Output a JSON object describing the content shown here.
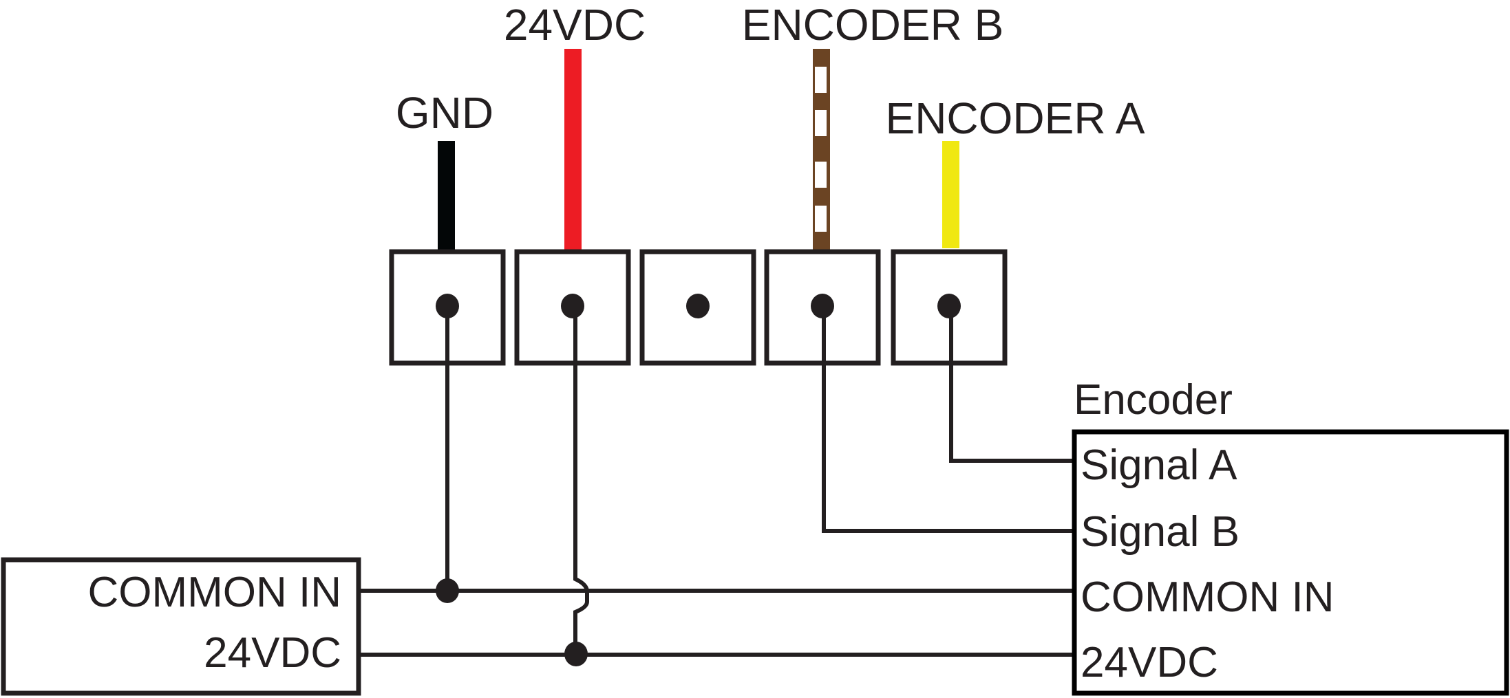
{
  "diagram": {
    "type": "wiring",
    "wire_labels": {
      "gnd": "GND",
      "v24": "24VDC",
      "enc_b": "ENCODER B",
      "enc_a": "ENCODER A"
    },
    "wire_colors": {
      "gnd": "#030607",
      "v24": "#ed1c24",
      "enc_b": "#6b4423",
      "enc_b_stripe": "#ffffff",
      "enc_a": "#f0e811",
      "line": "#231f20"
    },
    "terminals": [
      {
        "id": "t1",
        "wire": "gnd",
        "connected": true
      },
      {
        "id": "t2",
        "wire": "v24",
        "connected": true
      },
      {
        "id": "t3",
        "wire": null,
        "connected": false
      },
      {
        "id": "t4",
        "wire": "enc_b",
        "connected": true
      },
      {
        "id": "t5",
        "wire": "enc_a",
        "connected": true
      }
    ],
    "encoder": {
      "title": "Encoder",
      "pins": [
        "Signal A",
        "Signal B",
        "COMMON IN",
        "24VDC"
      ]
    },
    "controller": {
      "pins": [
        "COMMON IN",
        "24VDC"
      ]
    }
  }
}
